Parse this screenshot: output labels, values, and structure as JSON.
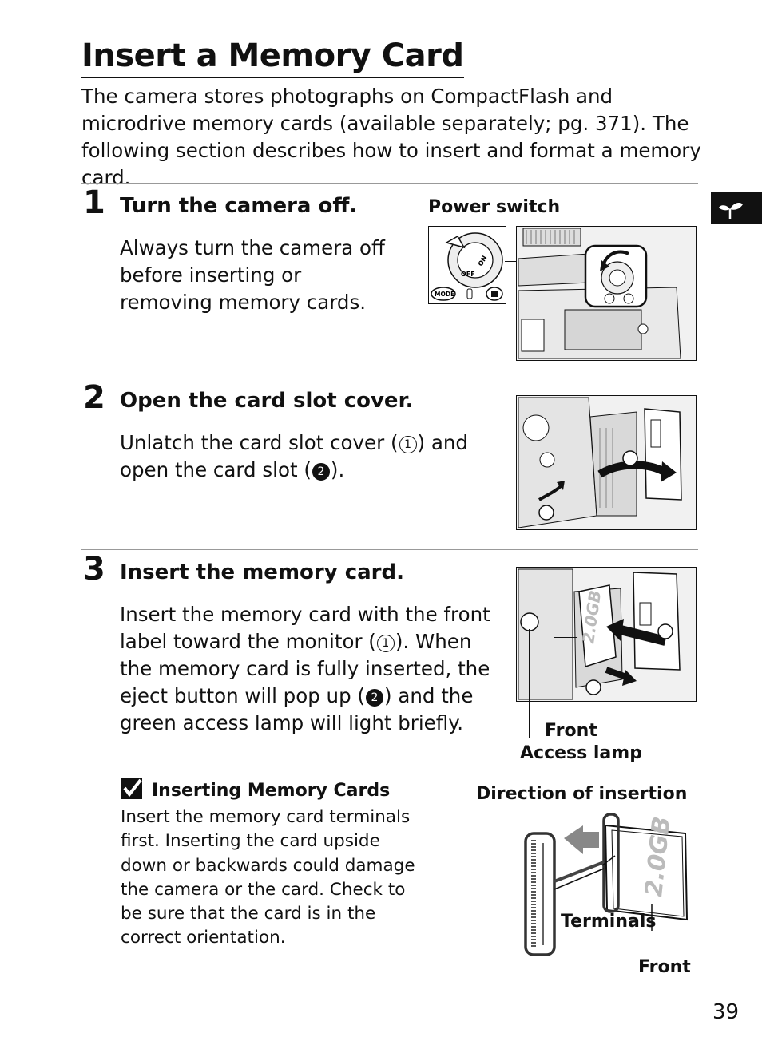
{
  "header": {
    "title": "Insert a Memory Card",
    "intro": "The camera stores photographs on CompactFlash and microdrive memory cards (available separately; pg. 371).  The following section describes how to insert and format a memory card."
  },
  "steps": [
    {
      "number": "1",
      "title": "Turn the camera off.",
      "body": "Always turn the camera off before inserting or removing memory cards.",
      "figure_label": "Power switch",
      "figure_text": {
        "off": "OFF",
        "on": "ON",
        "mode": "MODE"
      }
    },
    {
      "number": "2",
      "title": "Open the card slot cover.",
      "body_parts": [
        "Unlatch the card slot cover (",
        ") and open the card slot (",
        ")."
      ],
      "markers": [
        "1",
        "2"
      ]
    },
    {
      "number": "3",
      "title": "Insert the memory card.",
      "body_parts": [
        "Insert the memory card with the front label toward the monitor (",
        ").  When the memory card is fully inserted, the eject button will pop up (",
        ") and the green access lamp will light briefly."
      ],
      "markers": [
        "1",
        "2"
      ],
      "callouts": {
        "front": "Front",
        "access_lamp": "Access lamp"
      },
      "card_text": "2.0GB"
    }
  ],
  "note": {
    "title": "Inserting Memory Cards",
    "body": "Insert the memory card terminals first.  Inserting the card upside down or backwards could damage the camera or the card.  Check to be sure that the card is in the correct orientation."
  },
  "insertion_figure": {
    "label": "Direction of insertion",
    "terminals": "Terminals",
    "front": "Front",
    "card_text": "2.0GB"
  },
  "page_number": "39"
}
